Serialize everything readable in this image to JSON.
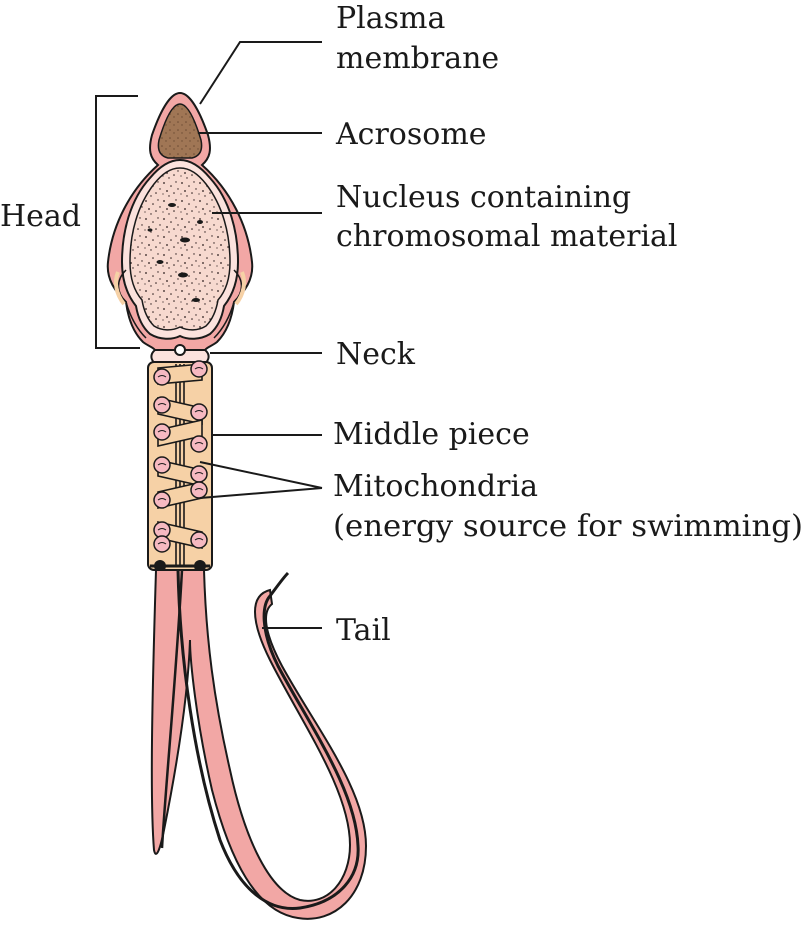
{
  "labels": {
    "plasma_membrane_line1": "Plasma",
    "plasma_membrane_line2": "membrane",
    "acrosome": "Acrosome",
    "nucleus_line1": "Nucleus containing",
    "nucleus_line2": "chromosomal material",
    "head": "Head",
    "neck": "Neck",
    "middle_piece": "Middle piece",
    "mitochondria_line1": "Mitochondria",
    "mitochondria_line2": "(energy source for swimming)",
    "tail": "Tail"
  },
  "colors": {
    "membrane": "#f2a7a5",
    "membrane_outline": "#1a1a1a",
    "acrosome": "#a07655",
    "nucleus_fill": "#f7d9cf",
    "middle_piece": "#f6d1a6",
    "mitochondria": "#f6b9c1",
    "tail": "#f2a7a5"
  }
}
